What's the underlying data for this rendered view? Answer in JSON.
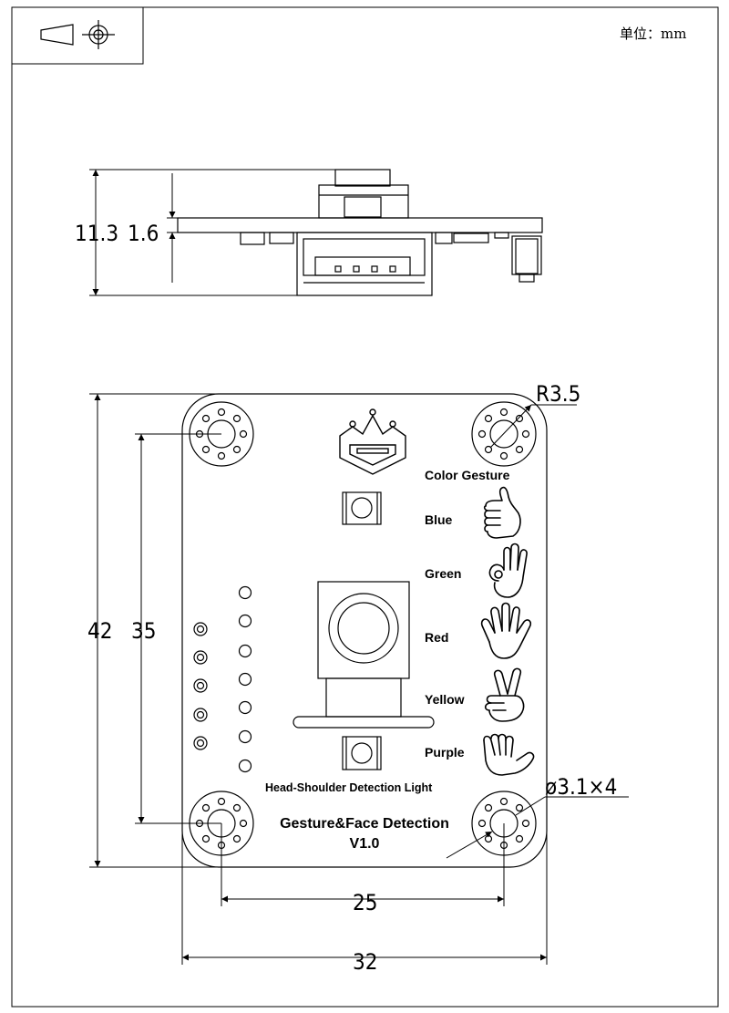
{
  "unit_label": "单位：mm",
  "side_view": {
    "dims": {
      "total_height": "11.3",
      "pcb_thickness": "1.6"
    }
  },
  "top_view": {
    "dims": {
      "board_height": "42",
      "hole_spacing_vertical": "35",
      "hole_spacing_horizontal": "25",
      "board_width": "32",
      "corner_radius": "R3.5",
      "hole_callout": "ø3.1×4"
    },
    "silkscreen": {
      "header": "Color Gesture",
      "gestures": [
        {
          "label": "Blue",
          "icon": "thumbs-up-hand-icon"
        },
        {
          "label": "Green",
          "icon": "ok-sign-hand-icon"
        },
        {
          "label": "Red",
          "icon": "open-palm-hand-icon"
        },
        {
          "label": "Yellow",
          "icon": "victory-hand-icon"
        },
        {
          "label": "Purple",
          "icon": "wave-hand-icon"
        }
      ],
      "head_shoulder": "Head-Shoulder Detection Light",
      "product_name": "Gesture&Face Detection",
      "version": "V1.0"
    }
  }
}
